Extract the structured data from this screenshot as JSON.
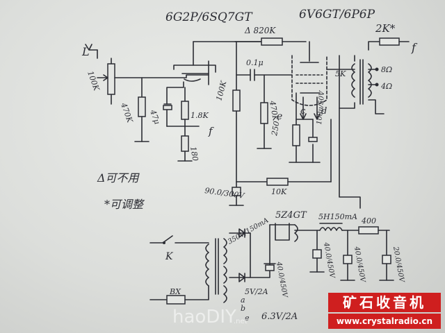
{
  "labels": {
    "tube1": "6G2P/6SQ7GT",
    "tube2": "6V6GT/6P6P",
    "tube_rect": "5Z4GT",
    "r_820k": "Δ 820K",
    "r_2k": "2K*",
    "out_f": "f",
    "in_l": "L",
    "vol_100k": "100K",
    "r_470k_a": "470K",
    "c_47u": "47μ",
    "r_1_8k": "1.8K",
    "f_mid": "f",
    "r_180": "180",
    "r_100k": "100K",
    "c_01u": "0.1μ",
    "r_470k_b": "470K",
    "pin_c": "c",
    "pin_d": "d",
    "pin_e": "e",
    "r_250": "250",
    "c_100u": "100μ/50V",
    "ot_5k": "5K",
    "tap_8": "8Ω",
    "tap_4": "4Ω",
    "c_90u": "90.0/300V",
    "r_10k": "10K",
    "note1": "Δ可不用",
    "note2": "*可调整",
    "choke": "5H150mA",
    "r_400": "400",
    "c_40a": "40.0/450V",
    "c_40b": "40.0/450V",
    "c_20": "20.0/450V",
    "sec_hv": "350V/150mA",
    "c_cap": "40.0/450V",
    "sec_5v": "5V/2A",
    "sec_6v": "6.3V/2A",
    "sw_k": "K",
    "fuse_bx": "BX",
    "pt_a": "a",
    "pt_b": "b",
    "pt_e": "e"
  },
  "brand": {
    "name": "矿石收音机",
    "url": "www.crystalradio.cn"
  },
  "watermark": {
    "main": "haoDIY",
    "sub": ".net"
  },
  "colors": {
    "ink": "#2b2c33",
    "paper": "#e2e4e1",
    "brand_red": "#cf1f1f"
  }
}
